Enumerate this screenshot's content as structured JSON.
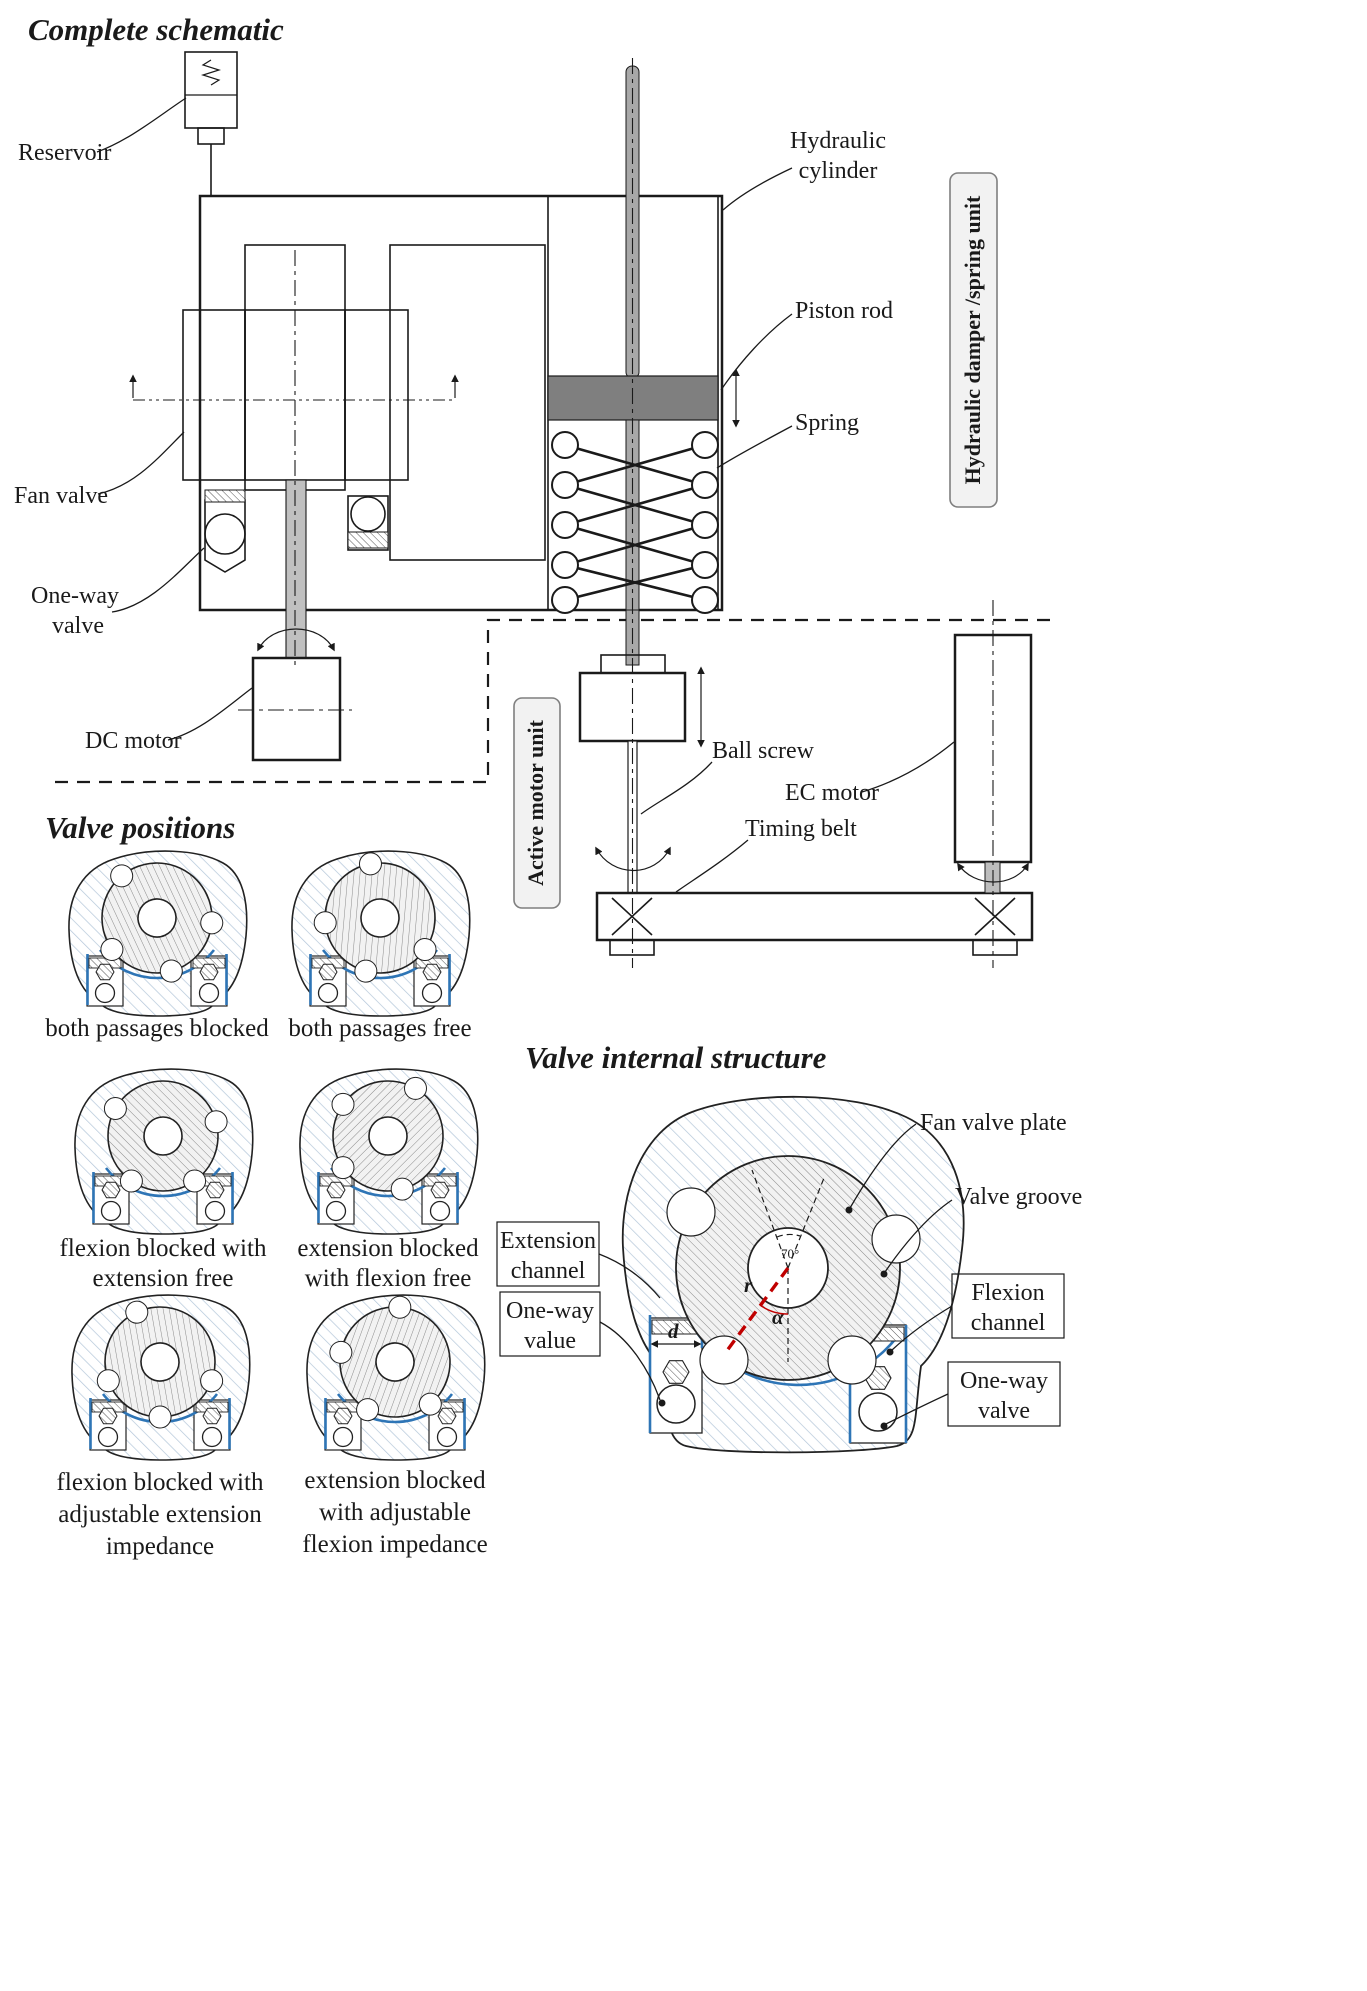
{
  "titles": {
    "complete_schematic": "Complete schematic",
    "valve_positions": "Valve positions",
    "valve_internal_structure": "Valve internal structure"
  },
  "schematic": {
    "reservoir": "Reservoir",
    "hydraulic_cylinder": [
      "Hydraulic",
      "cylinder"
    ],
    "piston_rod": "Piston rod",
    "spring": "Spring",
    "fan_valve": "Fan valve",
    "one_way_valve": [
      "One-way",
      "valve"
    ],
    "dc_motor": "DC motor",
    "ball_screw": "Ball screw",
    "ec_motor": "EC motor",
    "timing_belt": "Timing belt",
    "hydraulic_damper_unit": "Hydraulic damper /spring unit",
    "active_motor_unit": "Active motor unit"
  },
  "valve_positions": {
    "captions": [
      [
        "both passages blocked"
      ],
      [
        "both passages free"
      ],
      [
        "flexion blocked with",
        "extension free"
      ],
      [
        "extension blocked",
        "with flexion free"
      ],
      [
        "flexion blocked with",
        "adjustable extension",
        "impedance"
      ],
      [
        "extension blocked",
        "with adjustable",
        "flexion impedance"
      ]
    ]
  },
  "internal_structure": {
    "fan_valve_plate": "Fan valve plate",
    "valve_groove": "Valve groove",
    "extension_channel": [
      "Extension",
      "channel"
    ],
    "one_way_value": [
      "One-way",
      "value"
    ],
    "flexion_channel": [
      "Flexion",
      "channel"
    ],
    "one_way_valve": [
      "One-way",
      "valve"
    ],
    "dim_r": "r",
    "dim_d": "d",
    "dim_alpha": "α",
    "angle_70": "70°"
  },
  "colors": {
    "groove_blue": "#2e75b6",
    "piston_gray": "#7f7f7f",
    "block_gray": "#d9d9d9",
    "dim_red": "#c00000"
  }
}
